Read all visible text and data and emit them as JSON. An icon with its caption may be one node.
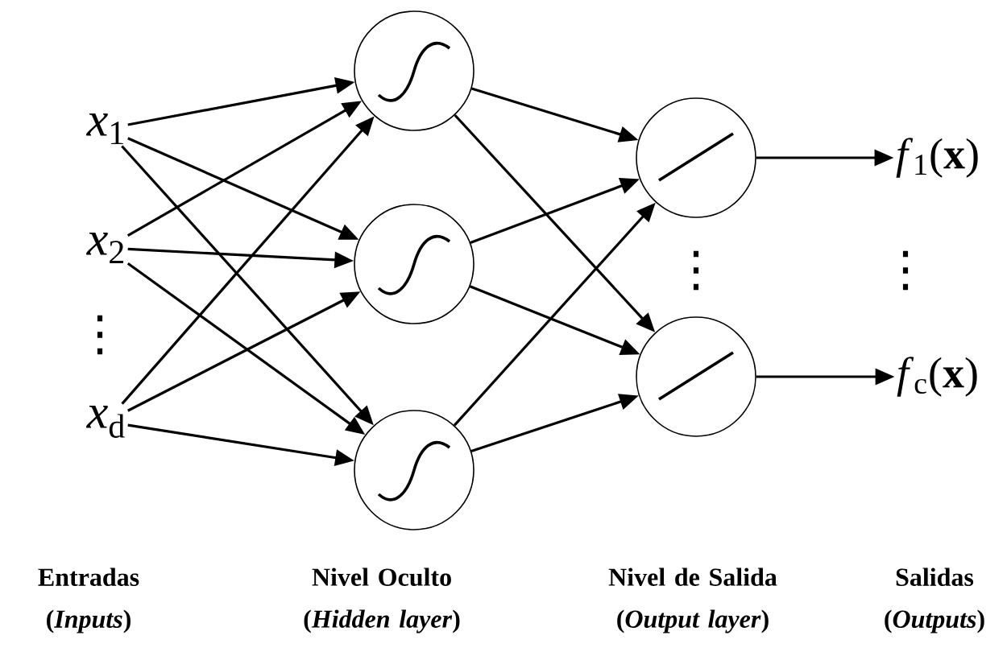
{
  "diagram": {
    "nodes": [
      {
        "text": [
          "*x*$_{1}$"
        ]
      },
      {
        "text": [
          "*x*$_{2}$"
        ]
      },
      {
        "text": [
          "*x*$_{d}$"
        ]
      },
      {
        "text": [],
        "shape": "circle"
      },
      {
        "text": [],
        "shape": "circle"
      },
      {
        "text": [],
        "shape": "circle"
      },
      {
        "text": [],
        "shape": "circle"
      },
      {
        "text": [],
        "shape": "circle"
      },
      {
        "text": [
          "*f*$_{1}$(**x**)"
        ]
      },
      {
        "text": [
          "*f*$_{c}$(**x**)"
        ]
      }
    ],
    "edges": [
      {
        "from": 0,
        "to": 3,
        "arrow": "to"
      },
      {
        "from": 0,
        "to": 4,
        "arrow": "to"
      },
      {
        "from": 0,
        "to": 5,
        "arrow": "to"
      },
      {
        "from": 1,
        "to": 3,
        "arrow": "to"
      },
      {
        "from": 1,
        "to": 4,
        "arrow": "to"
      },
      {
        "from": 1,
        "to": 5,
        "arrow": "to"
      },
      {
        "from": 2,
        "to": 3,
        "arrow": "to"
      },
      {
        "from": 2,
        "to": 4,
        "arrow": "to"
      },
      {
        "from": 2,
        "to": 5,
        "arrow": "to"
      },
      {
        "from": 3,
        "to": 6,
        "arrow": "to"
      },
      {
        "from": 3,
        "to": 7,
        "arrow": "to"
      },
      {
        "from": 4,
        "to": 6,
        "arrow": "to"
      },
      {
        "from": 4,
        "to": 7,
        "arrow": "to"
      },
      {
        "from": 5,
        "to": 6,
        "arrow": "to"
      },
      {
        "from": 5,
        "to": 7,
        "arrow": "to"
      },
      {
        "from": 6,
        "to": 8,
        "arrow": "to"
      },
      {
        "from": 7,
        "to": 9,
        "arrow": "to"
      }
    ],
    "labels": [
      "⋮",
      "⋮",
      "⋮",
      "Entradas (*Inputs*)",
      "Nivel Oculto (*Hidden layer*)",
      "Nivel de Salida (*Output layer*)",
      "Salidas (*Outputs*)"
    ]
  }
}
